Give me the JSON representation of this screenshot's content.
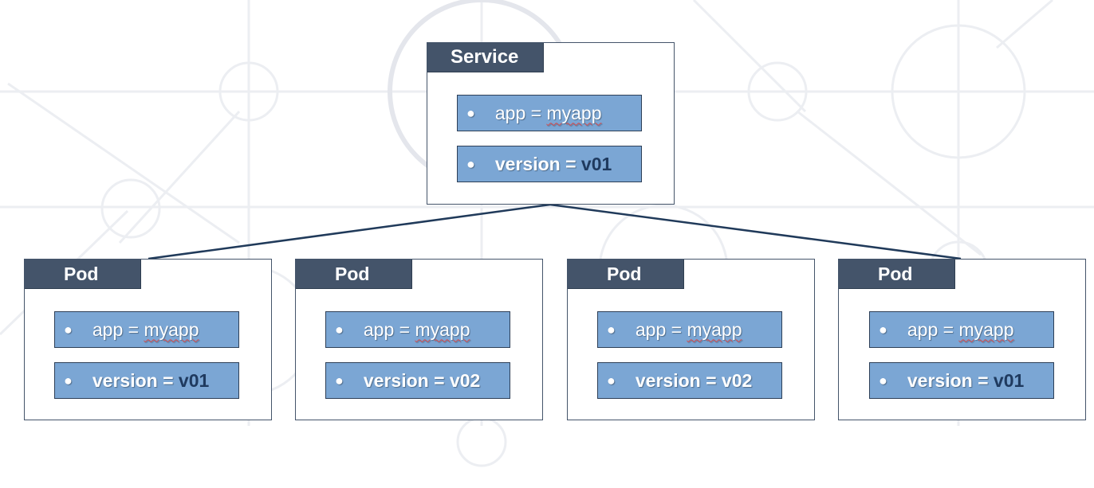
{
  "service": {
    "title": "Service",
    "labels": [
      {
        "key": "app",
        "op": "=",
        "value": "myapp"
      },
      {
        "key": "version",
        "op": "=",
        "value": "v01"
      }
    ]
  },
  "pods": [
    {
      "title": "Pod",
      "labels": [
        {
          "key": "app",
          "op": "=",
          "value": "myapp"
        },
        {
          "key": "version",
          "op": "=",
          "value": "v01"
        }
      ]
    },
    {
      "title": "Pod",
      "labels": [
        {
          "key": "app",
          "op": "=",
          "value": "myapp"
        },
        {
          "key": "version",
          "op": "=",
          "value": "v02"
        }
      ]
    },
    {
      "title": "Pod",
      "labels": [
        {
          "key": "app",
          "op": "=",
          "value": "myapp"
        },
        {
          "key": "version",
          "op": "=",
          "value": "v02"
        }
      ]
    },
    {
      "title": "Pod",
      "labels": [
        {
          "key": "app",
          "op": "=",
          "value": "myapp"
        },
        {
          "key": "version",
          "op": "=",
          "value": "v01"
        }
      ]
    }
  ],
  "connections": [
    {
      "from": "service",
      "to": "pod-1"
    },
    {
      "from": "service",
      "to": "pod-4"
    }
  ],
  "colors": {
    "header": "#44546a",
    "label_fill": "#7ba6d4",
    "label_border": "#2d3f57",
    "connector": "#203a5a",
    "matching_value": "#1f3a5f",
    "background_pattern": "#e6e8ee"
  }
}
